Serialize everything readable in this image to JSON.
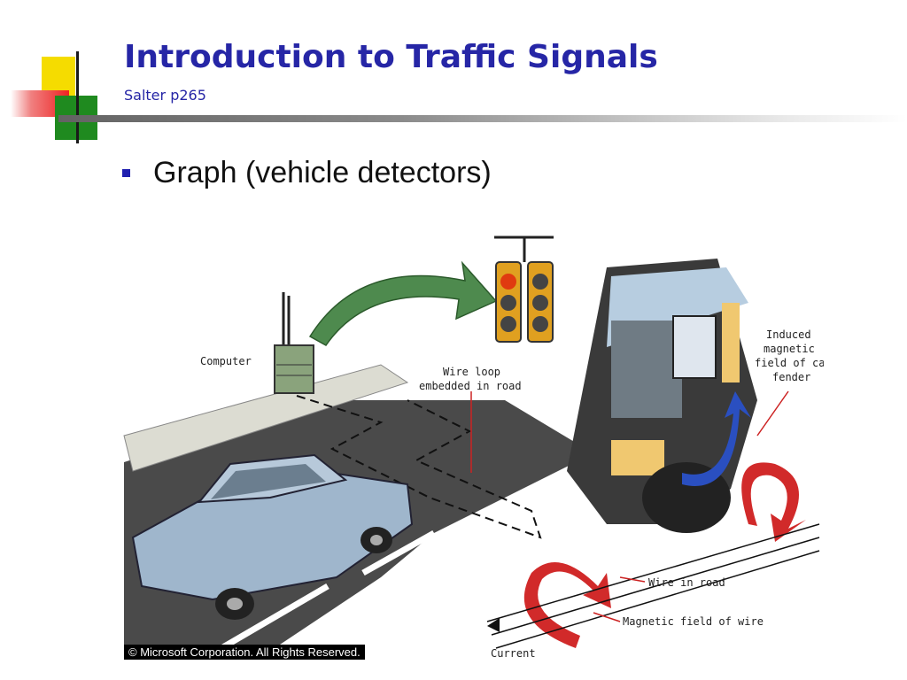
{
  "slide": {
    "title": "Introduction to Traffic Signals",
    "subtitle": "Salter p265",
    "bullets": [
      {
        "text": "Graph (vehicle detectors)"
      }
    ]
  },
  "illustration": {
    "labels": {
      "computer": "Computer",
      "wire_loop_1": "Wire loop",
      "wire_loop_2": "embedded in road",
      "induced_1": "Induced",
      "induced_2": "magnetic",
      "induced_3": "field of car",
      "induced_4": "fender",
      "wire_in_road": "Wire in road",
      "magnetic_field": "Magnetic field of wire",
      "current": "Current"
    },
    "copyright": "© Microsoft Corporation. All Rights Reserved."
  },
  "colors": {
    "title": "#2626a6",
    "bullet": "#2020b0",
    "deco_yellow": "#f5dc00",
    "deco_red": "#ee2222",
    "deco_green": "#1f8a1f",
    "arrow_green": "#4e8a4e",
    "car_blue": "#9fb6cc",
    "field_red": "#d12a2a",
    "field_blue": "#2a4fc0",
    "signal_amber": "#e0a020"
  }
}
